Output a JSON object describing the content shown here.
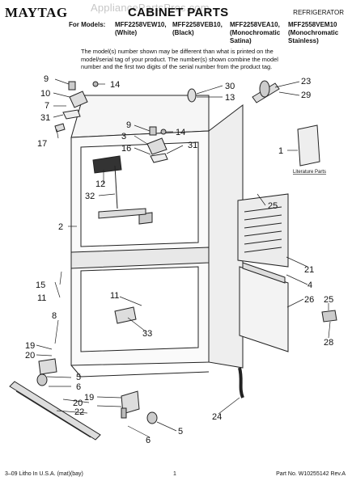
{
  "header": {
    "brand": "MAYTAG",
    "title": "CABINET PARTS",
    "watermark": "AppliancePartsPros.com",
    "doc_type": "REFRIGERATOR",
    "models_label": "For Models:",
    "models": [
      {
        "model": "MFF2258VEW10,",
        "variant": "(White)"
      },
      {
        "model": "MFF2258VEB10,",
        "variant": "(Black)"
      },
      {
        "model": "MFF2258VEA10,",
        "variant": "(Monochromatic Satina)"
      },
      {
        "model": "MFF2558VEM10",
        "variant": "(Monochromatic Stainless)"
      }
    ]
  },
  "note": {
    "line1": "The model(s) number shown may be different than what is printed on the",
    "line2": "model/serial tag of your product. The number(s) shown combine the model",
    "line3": "number and the first two digits of the serial number from the product tag."
  },
  "diagram": {
    "literature_label": "Literature Parts",
    "callouts": {
      "c1": "1",
      "c2": "2",
      "c3": "3",
      "c4": "4",
      "c5a": "5",
      "c5b": "5",
      "c6a": "6",
      "c6b": "6",
      "c7": "7",
      "c8": "8",
      "c9a": "9",
      "c9b": "9",
      "c10": "10",
      "c11a": "11",
      "c11b": "11",
      "c12": "12",
      "c13": "13",
      "c14a": "14",
      "c14b": "14",
      "c15": "15",
      "c16": "16",
      "c17": "17",
      "c19a": "19",
      "c19b": "19",
      "c20a": "20",
      "c20b": "20",
      "c21": "21",
      "c22": "22",
      "c23": "23",
      "c24": "24",
      "c25a": "25",
      "c25b": "25",
      "c26": "26",
      "c28": "28",
      "c29": "29",
      "c30": "30",
      "c31a": "31",
      "c31b": "31",
      "c32": "32",
      "c33": "33"
    }
  },
  "footer": {
    "printing": "3–09 Litho In U.S.A. (mat)(bay)",
    "page": "1",
    "part_number": "Part No. W10255142 Rev.A"
  }
}
